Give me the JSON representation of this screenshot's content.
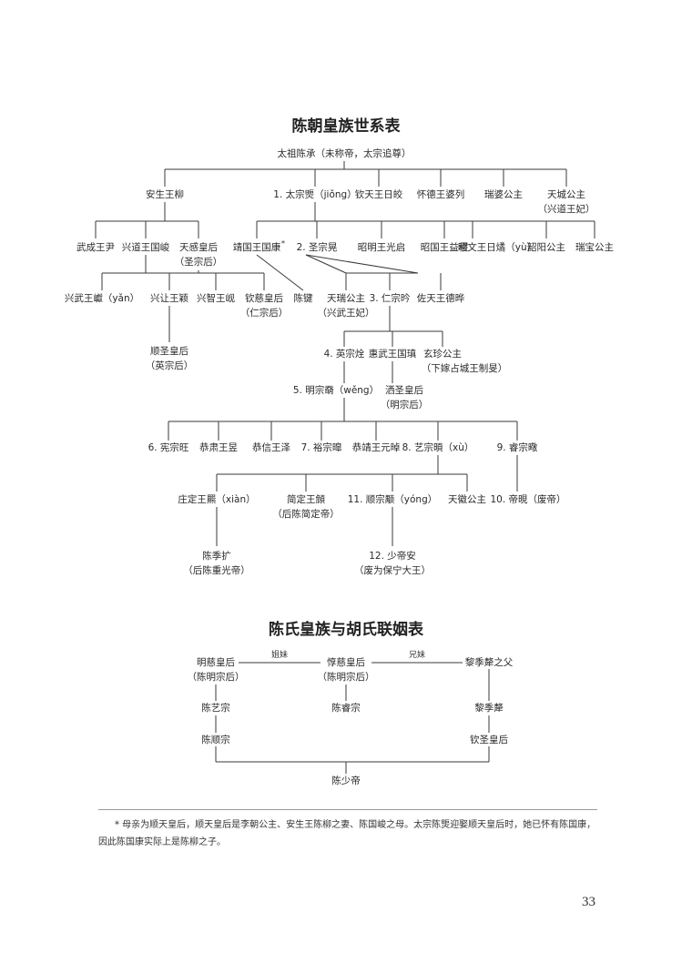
{
  "tree1": {
    "title": "陈朝皇族世系表",
    "nodes": {
      "root": "太祖陈承（未称帝，太宗追尊）",
      "anshengwang": "安生王柳",
      "taizong": "1. 太宗煚（jiǒng）",
      "qintian": "钦天王日皎",
      "huaide": "怀德王婆列",
      "ruipo": "瑞婆公主",
      "tiancheng1": "天城公主",
      "tiancheng2": "（兴道王妃）",
      "wucheng": "武成王尹",
      "xingdao": "兴道王国峻",
      "tiangan1": "天感皇后",
      "tiangan2": "（圣宗后）",
      "jingguo": "靖国王国康",
      "jingguo_mark": "*",
      "shengzong": "2. 圣宗晃",
      "zhaoming": "昭明王光启",
      "zhaoguo": "昭国王益稷",
      "zhaowen": "昭文王日燏（yù）",
      "shaoyang": "韶阳公主",
      "ruibao": "瑞宝公主",
      "xingwu": "兴武王巘（yǎn）",
      "xingrang": "兴让王颖",
      "xingzhi": "兴智王岘",
      "qinci1": "钦慈皇后",
      "qinci2": "（仁宗后）",
      "chenjian": "陈键",
      "tianrui1": "天瑞公主",
      "tianrui2": "（兴武王妃）",
      "renzong": "3. 仁宗昑",
      "zuotian": "佐天王德晔",
      "shunsheng1": "顺圣皇后",
      "shunsheng2": "（英宗后）",
      "yingzong": "4. 英宗烇",
      "huiwu": "惠武王国瑱",
      "xuanzhen1": "玄珍公主",
      "xuanzhen2": "（下嫁占城王制旻）",
      "mingzong": "5. 明宗奣（wěng）",
      "lisheng1": "洒圣皇后",
      "lisheng2": "（明宗后）",
      "xianzong": "6. 宪宗旺",
      "gongsu": "恭肃王昱",
      "gongxin": "恭信王泽",
      "yuzong": "7. 裕宗暭",
      "gongjing": "恭靖王元晫",
      "yizong": "8. 艺宗暊（xù）",
      "ruizong": "9. 睿宗曔",
      "zhuangding": "庄定王羆（xiàn）",
      "jianding1": "简定王頠",
      "jianding2": "（后陈简定帝）",
      "shunzong": "11. 顺宗颙（yóng）",
      "tianhui": "天徽公主",
      "dixian": "10. 帝晛（废帝）",
      "chenjikuo1": "陈季扩",
      "chenjikuo2": "（后陈重光帝）",
      "shaodi1": "12. 少帝安",
      "shaodi2": "（废为保宁大王）"
    }
  },
  "tree2": {
    "title": "陈氏皇族与胡氏联姻表",
    "nodes": {
      "mingci1": "明慈皇后",
      "mingci2": "（陈明宗后）",
      "dunci1": "惇慈皇后",
      "dunci2": "（陈明宗后）",
      "lijimao_father": "黎季犛之父",
      "chenyizong": "陈艺宗",
      "chenruizong": "陈睿宗",
      "lijimao": "黎季犛",
      "chenshunzong": "陈顺宗",
      "qinsheng": "钦圣皇后",
      "chenshaodi": "陈少帝",
      "sisters": "姐妹",
      "siblings": "兄妹"
    }
  },
  "footnote": "* 母亲为顺天皇后，顺天皇后是李朝公主、安生王陈柳之妻、陈国峻之母。太宗陈煚迎娶顺天皇后时，她已怀有陈国康，因此陈国康实际上是陈柳之子。",
  "page_number": "33"
}
